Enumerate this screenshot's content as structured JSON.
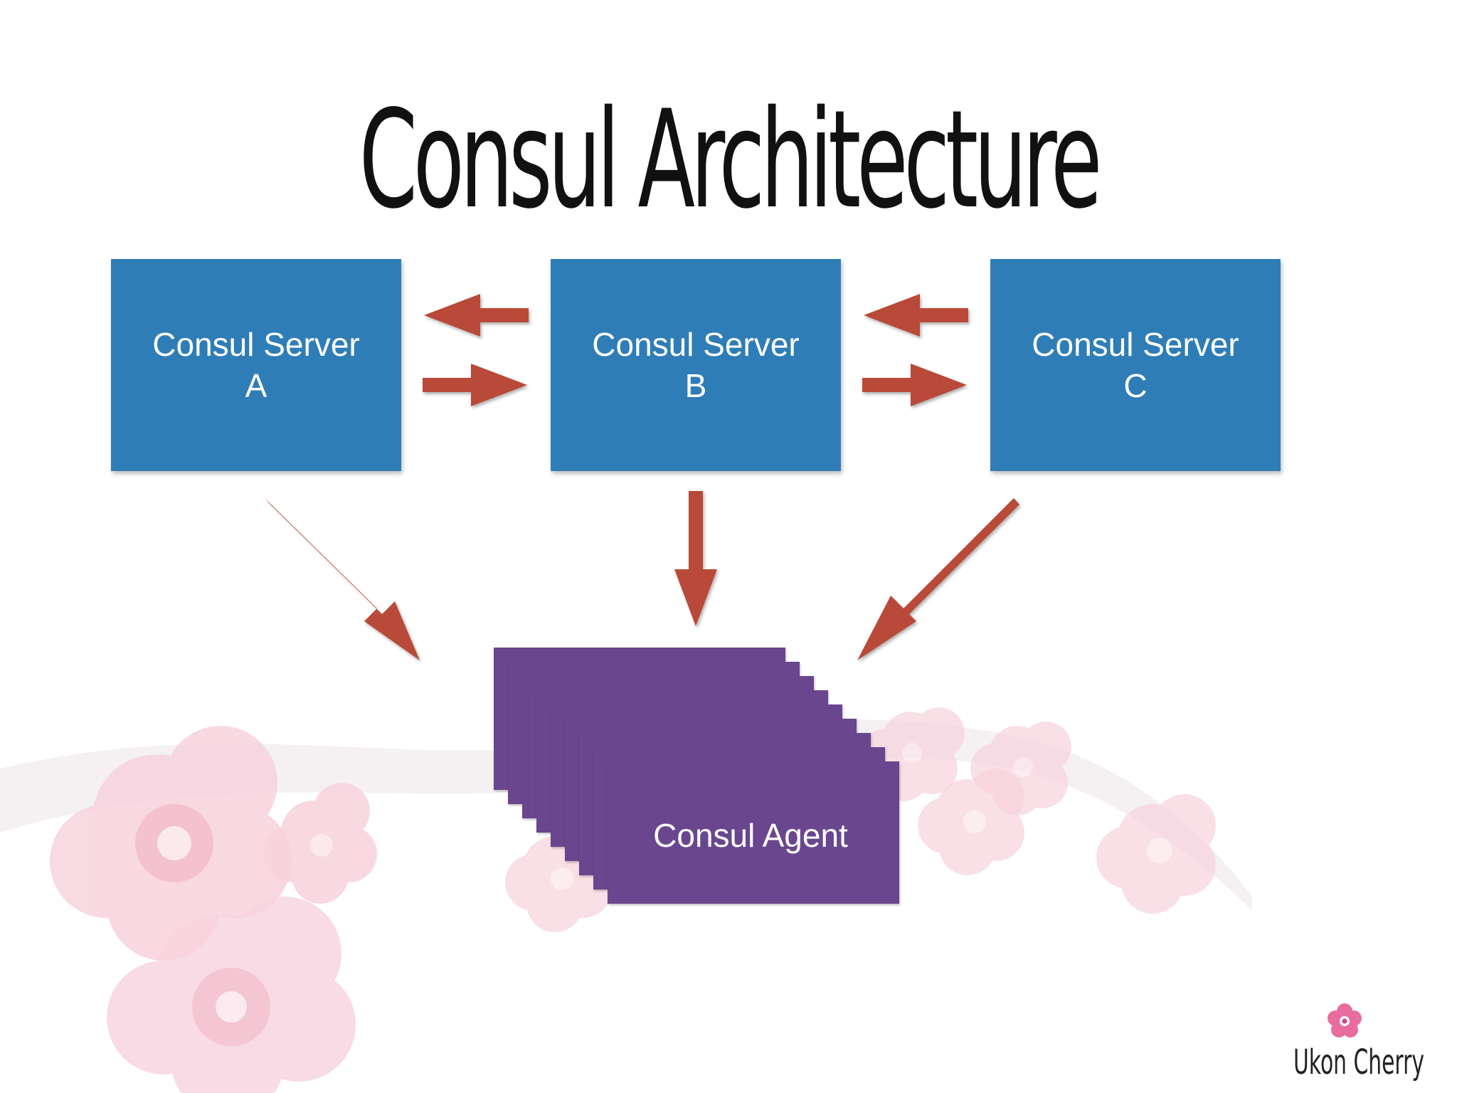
{
  "slide": {
    "title": "Consul Architecture"
  },
  "servers": [
    {
      "line1": "Consul Server",
      "line2": "A"
    },
    {
      "line1": "Consul Server",
      "line2": "B"
    },
    {
      "line1": "Consul Server",
      "line2": "C"
    }
  ],
  "agent": {
    "label": "Consul Agent"
  },
  "logo": {
    "text": "Ukon Cherry"
  },
  "colors": {
    "server_box": "#2f7db6",
    "agent_box": "#6a468f",
    "arrow": "#b94a38",
    "blossom": "#f4c6d4"
  }
}
